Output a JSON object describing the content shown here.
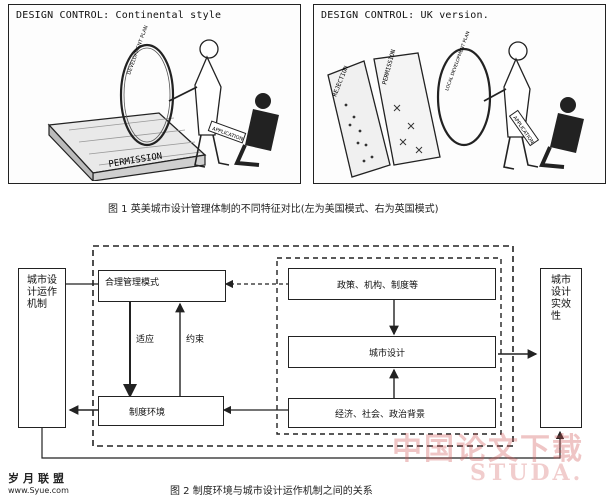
{
  "figure1": {
    "left_title": "DESIGN CONTROL: Continental style",
    "right_title": "DESIGN CONTROL: UK version.",
    "left_hoop_label": "DEVELOPMENT PLAN",
    "left_mattress_label": "PERMISSION",
    "left_scroll_label": "APPLICATION",
    "right_hoop_label": "LOCAL DEVELOPMENT PLAN",
    "right_left_banner": "REJECTION",
    "right_mid_banner": "PERMISSION",
    "right_scroll_label": "APPLICATION",
    "caption": "图 1    英美城市设计管理体制的不同特征对比(左为美国模式、右为英国模式)"
  },
  "figure2": {
    "left_outer_label": "城市设计运作机制",
    "right_outer_label": "城市设计实效性",
    "box_top_left": "合理管理模式",
    "box_bottom_left": "制度环境",
    "arrow_down_label": "适应",
    "arrow_up_label": "约束",
    "box_policy": "政策、机构、制度等",
    "box_urban_design": "城市设计",
    "box_background": "经济、社会、政治背景",
    "caption": "图 2    制度环境与城市设计运作机制之间的关系"
  },
  "watermarks": {
    "cn_right": "中国论文下载",
    "cn_right_url": "STUDA.",
    "cn_left": "岁月联盟",
    "cn_left_url": "www.Syue.com"
  }
}
